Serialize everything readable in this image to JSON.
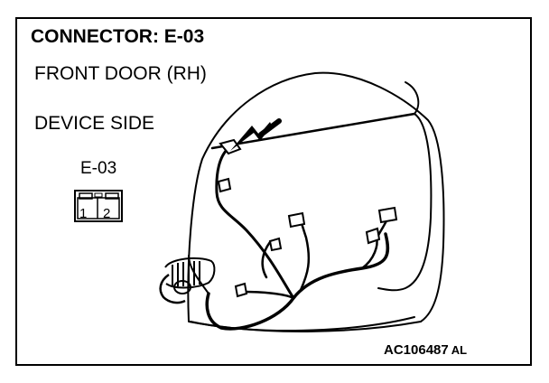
{
  "title": "CONNECTOR: E-03",
  "subtitle": "FRONT DOOR (RH)",
  "view_side": "DEVICE SIDE",
  "connector": {
    "label": "E-03",
    "pins": [
      "1",
      "2"
    ]
  },
  "figure_code": "AC106487",
  "figure_code_suffix": "AL"
}
